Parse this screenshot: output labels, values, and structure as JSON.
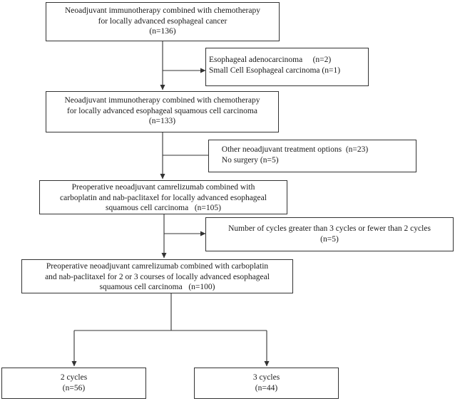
{
  "flowchart": {
    "box1": {
      "lines": [
        "Neoadjuvant immunotherapy combined with chemotherapy",
        "for locally advanced  esophageal cancer",
        "(n=136)"
      ]
    },
    "exclusion1": {
      "lines": [
        "Esophageal adenocarcinoma     (n=2)",
        "Small Cell Esophageal carcinoma (n=1)"
      ]
    },
    "box2": {
      "lines": [
        "Neoadjuvant immunotherapy combined with chemotherapy",
        "for locally advanced  esophageal squamous cell carcinoma",
        "(n=133)"
      ]
    },
    "exclusion2": {
      "lines": [
        "Other neoadjuvant treatment options  (n=23)",
        "No surgery (n=5)"
      ]
    },
    "box3": {
      "lines": [
        "Preoperative neoadjuvant camrelizumab combined with",
        "carboplatin and nab-paclitaxel for locally advanced  esophageal",
        "squamous cell carcinoma   (n=105)"
      ]
    },
    "exclusion3": {
      "lines": [
        "Number of cycles greater than 3 cycles or fewer than 2 cycles",
        "(n=5)"
      ]
    },
    "box4": {
      "lines": [
        "Preoperative neoadjuvant camrelizumab combined with carboplatin",
        "and nab-paclitaxel for 2 or 3 courses of locally advanced  esophageal",
        "squamous cell carcinoma   (n=100)"
      ]
    },
    "group_a": {
      "lines": [
        "2 cycles",
        "(n=56)"
      ]
    },
    "group_b": {
      "lines": [
        "3 cycles",
        "(n=44)"
      ]
    }
  },
  "colors": {
    "line": "#333333",
    "text": "#1a1a1a",
    "background": "#ffffff"
  }
}
